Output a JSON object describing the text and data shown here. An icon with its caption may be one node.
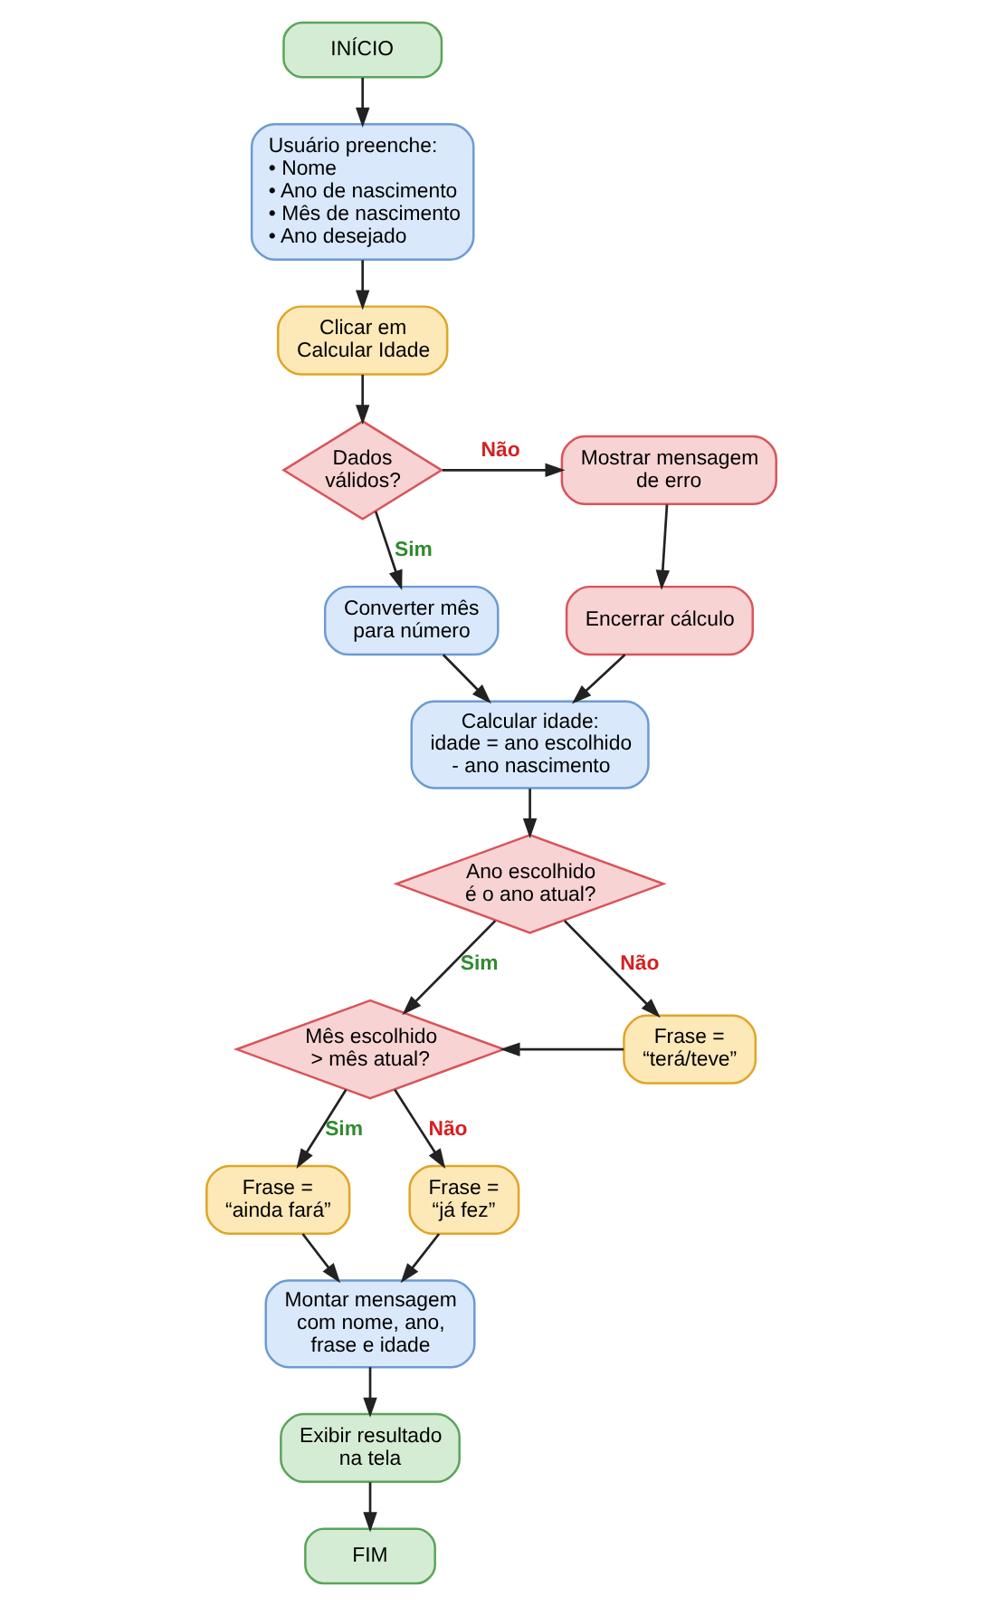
{
  "diagram": {
    "nodes": [
      {
        "text": [
          "INÍCIO"
        ]
      },
      {
        "text": [
          "Usuário preenche:",
          "• Nome",
          "• Ano de nascimento",
          "• Mês de nascimento",
          "• Ano desejado"
        ]
      },
      {
        "text": [
          "Clicar em Calcular Idade"
        ]
      },
      {
        "text": [
          "Dados válidos?"
        ]
      },
      {
        "text": [
          "Mostrar mensagem de erro"
        ]
      },
      {
        "text": [
          "Encerrar cálculo"
        ]
      },
      {
        "text": [
          "Converter mês para número"
        ]
      },
      {
        "text": [
          "Calcular idade:",
          "idade = ano escolhido - ano nascimento"
        ]
      },
      {
        "text": [
          "Ano escolhido é o ano atual?"
        ]
      },
      {
        "text": [
          "Mês escolhido > mês atual?"
        ]
      },
      {
        "text": [
          "Frase = “terá/teve”"
        ]
      },
      {
        "text": [
          "Frase = “ainda fará”"
        ]
      },
      {
        "text": [
          "Frase = “já fez”"
        ]
      },
      {
        "text": [
          "Montar mensagem com nome, ano, frase e idade"
        ]
      },
      {
        "text": [
          "Exibir resultado na tela"
        ]
      },
      {
        "text": [
          "FIM"
        ]
      }
    ],
    "edges": [
      {
        "from": 0,
        "to": 1,
        "arrow": "to"
      },
      {
        "from": 1,
        "to": 2,
        "arrow": "to"
      },
      {
        "from": 2,
        "to": 3,
        "arrow": "to"
      },
      {
        "from": 3,
        "to": 4,
        "arrow": "to",
        "label": "Não"
      },
      {
        "from": 3,
        "to": 6,
        "arrow": "to",
        "label": "Sim"
      },
      {
        "from": 4,
        "to": 5,
        "arrow": "to"
      },
      {
        "from": 5,
        "to": 7,
        "arrow": "to"
      },
      {
        "from": 6,
        "to": 7,
        "arrow": "to"
      },
      {
        "from": 7,
        "to": 8,
        "arrow": "to"
      },
      {
        "from": 8,
        "to": 10,
        "arrow": "to",
        "label": "Não"
      },
      {
        "from": 8,
        "to": 9,
        "arrow": "to",
        "label": "Sim"
      },
      {
        "from": 10,
        "to": 9,
        "arrow": "to"
      },
      {
        "from": 9,
        "to": 11,
        "arrow": "to",
        "label": "Sim"
      },
      {
        "from": 9,
        "to": 12,
        "arrow": "to",
        "label": "Não"
      },
      {
        "from": 11,
        "to": 13,
        "arrow": "to"
      },
      {
        "from": 12,
        "to": 13,
        "arrow": "to"
      },
      {
        "from": 13,
        "to": 14,
        "arrow": "to"
      },
      {
        "from": 14,
        "to": 15,
        "arrow": "to"
      }
    ]
  }
}
